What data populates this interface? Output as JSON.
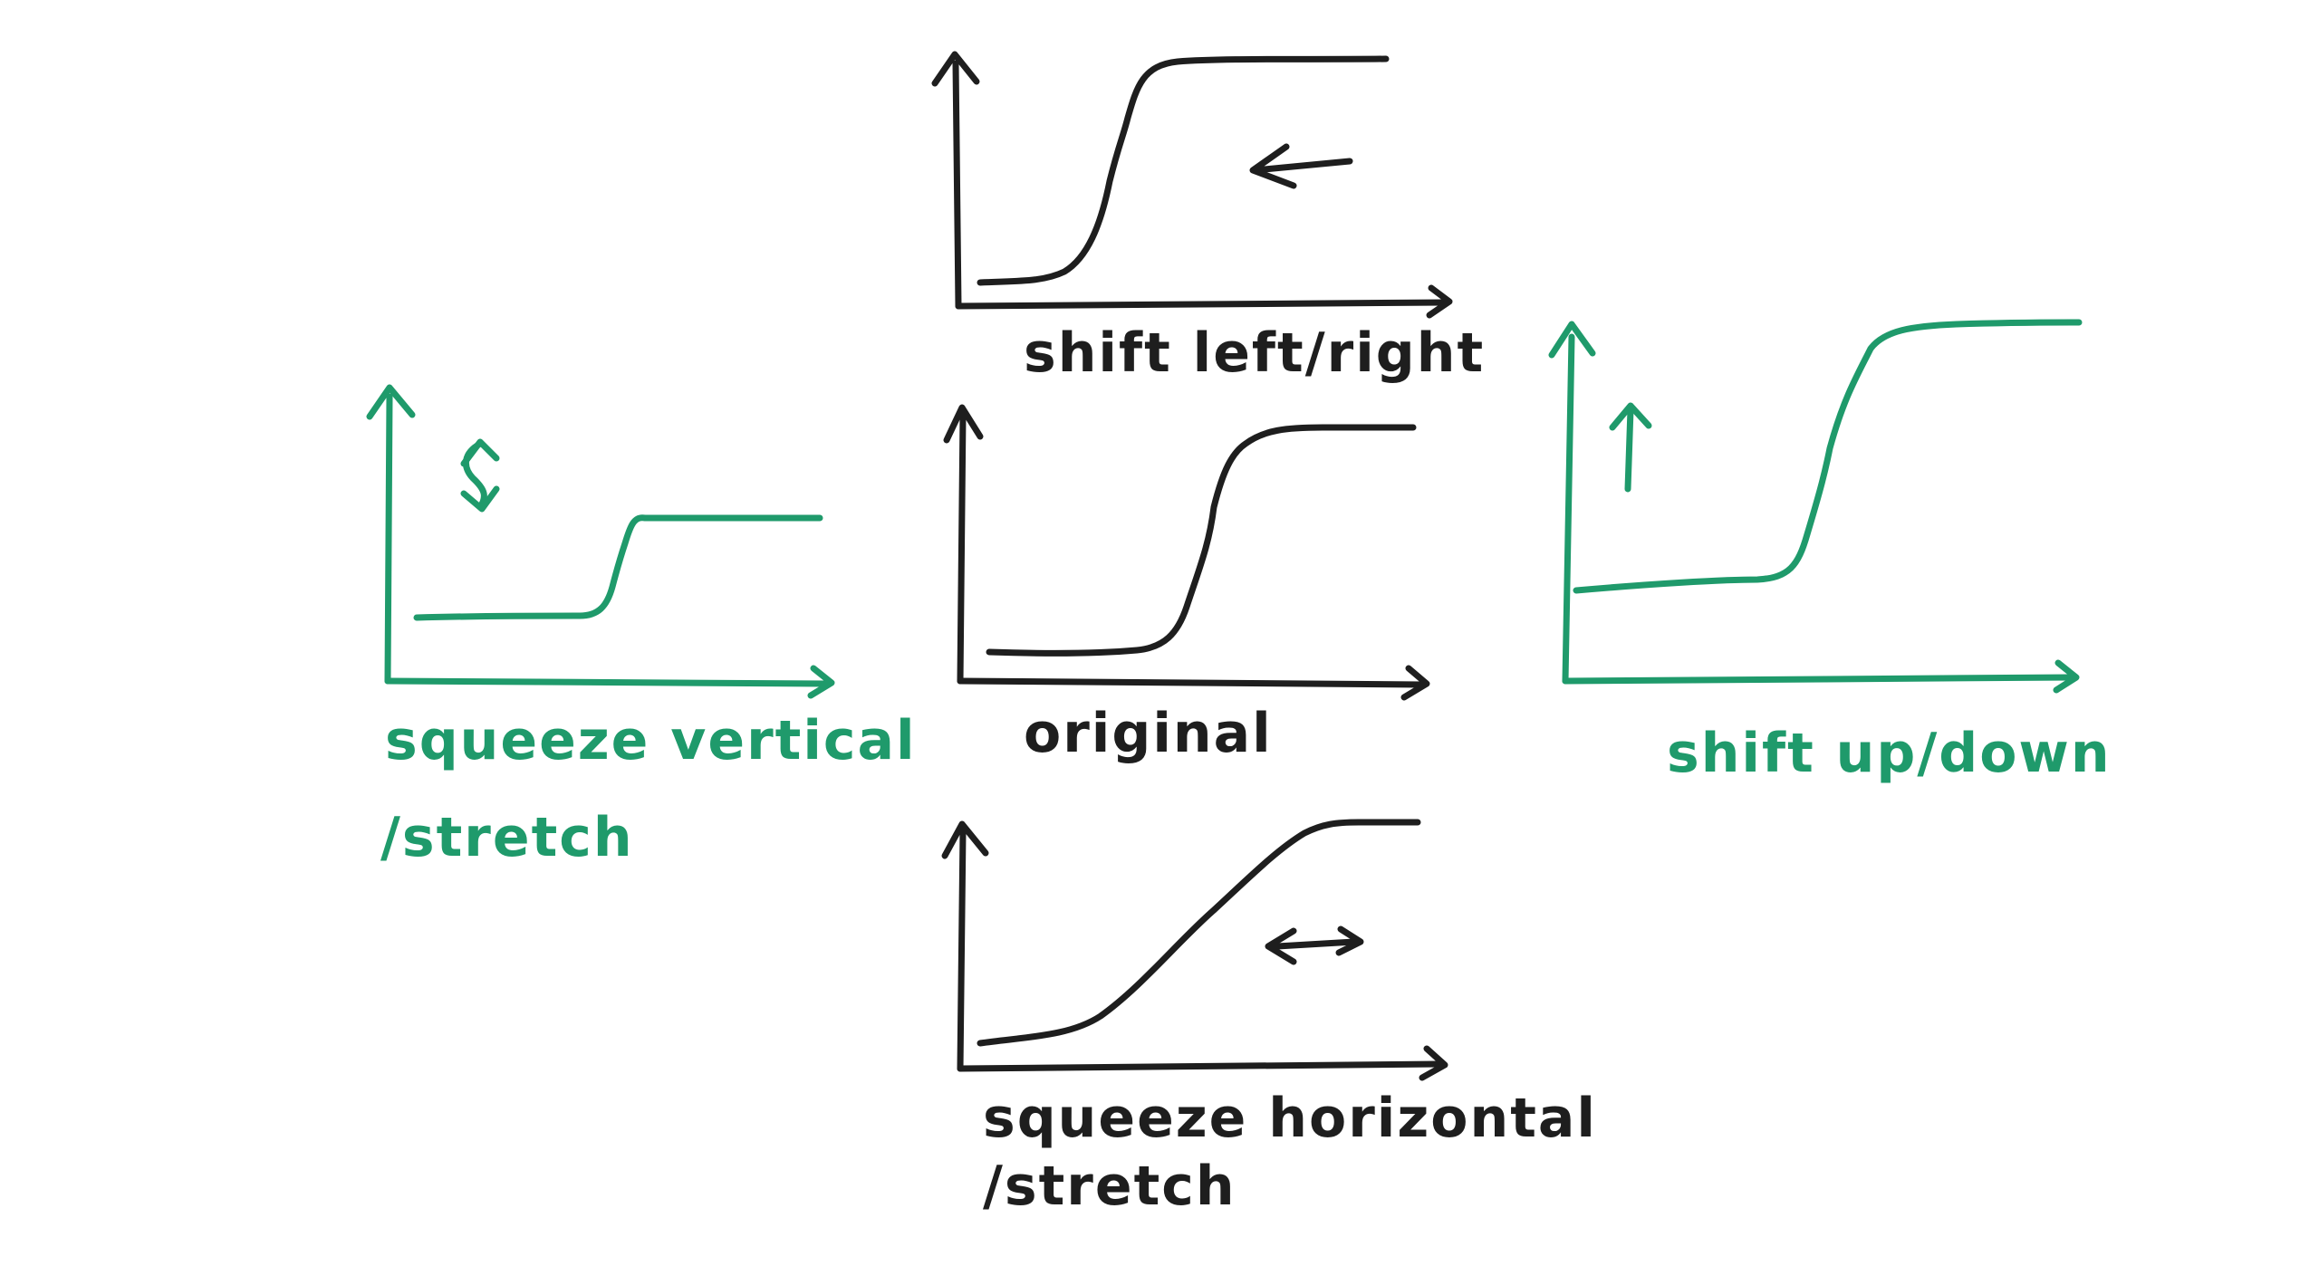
{
  "colors": {
    "ink_black": "#1e1e1e",
    "ink_green": "#1f9a6b"
  },
  "panels": {
    "shift_left_right": {
      "label": "shift left/right",
      "motion_arrow": "left-arrow-icon",
      "color": "black"
    },
    "original": {
      "label": "original",
      "color": "black"
    },
    "squeeze_horizontal": {
      "label_line1": "squeeze horizontal",
      "label_line2": "/stretch",
      "motion_arrow": "double-horizontal-arrow-icon",
      "color": "black"
    },
    "squeeze_vertical": {
      "label_line1": "squeeze vertical",
      "label_line2": "/stretch",
      "motion_arrow": "double-vertical-arrow-icon",
      "color": "green"
    },
    "shift_up_down": {
      "label": "shift up/down",
      "motion_arrow": "up-arrow-icon",
      "color": "green"
    }
  }
}
